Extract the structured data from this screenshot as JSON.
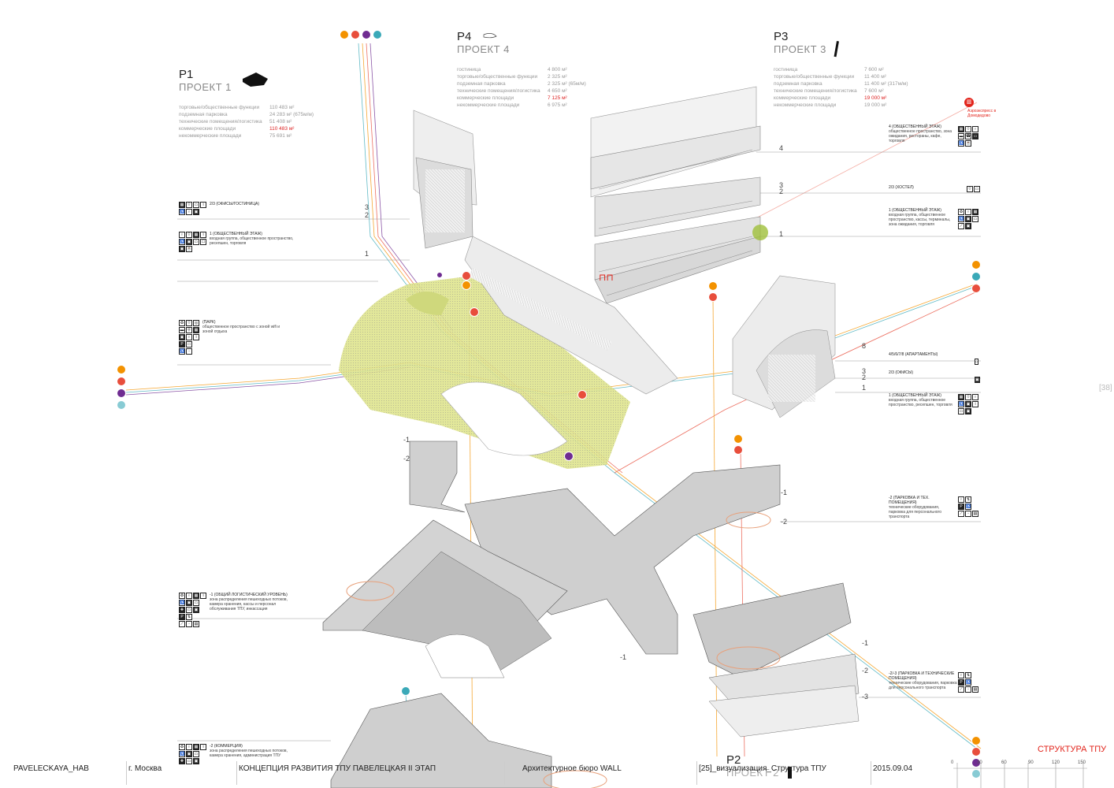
{
  "projects": {
    "p1": {
      "code": "P1",
      "name": "ПРОЕКТ 1",
      "stats": [
        {
          "label": "торговые/общественные функции",
          "value": "110 483 м²",
          "highlight": false
        },
        {
          "label": "подземная парковка",
          "value": "24 283 м² (675м/м)",
          "highlight": false
        },
        {
          "label": "технические помещения/логистика",
          "value": "51 408 м²",
          "highlight": false
        },
        {
          "label": "коммерческие площади",
          "value": "110 483 м²",
          "highlight": true
        },
        {
          "label": "некоммерческие площади",
          "value": "75 691 м²",
          "highlight": false
        }
      ]
    },
    "p4": {
      "code": "P4",
      "name": "ПРОЕКТ 4",
      "stats": [
        {
          "label": "гостиница",
          "value": "4 800 м²",
          "highlight": false
        },
        {
          "label": "торговые/общественные функции",
          "value": "2 325 м²",
          "highlight": false
        },
        {
          "label": "подземная парковка",
          "value": "2 325 м² (65м/м)",
          "highlight": false
        },
        {
          "label": "технические помещения/логистика",
          "value": "4 650 м²",
          "highlight": false
        },
        {
          "label": "коммерческие площади",
          "value": "7 125 м²",
          "highlight": true
        },
        {
          "label": "некоммерческие площади",
          "value": "6 975 м²",
          "highlight": false
        }
      ]
    },
    "p3": {
      "code": "P3",
      "name": "ПРОЕКТ 3",
      "stats": [
        {
          "label": "гостиница",
          "value": "7 600 м²",
          "highlight": false
        },
        {
          "label": "торговые/общественные функции",
          "value": "11 400 м²",
          "highlight": false
        },
        {
          "label": "подземная парковка",
          "value": "11 400 м² (317м/м)",
          "highlight": false
        },
        {
          "label": "технические помещения/логистика",
          "value": "7 600 м²",
          "highlight": false
        },
        {
          "label": "коммерческие площади",
          "value": "19 000 м²",
          "highlight": true
        },
        {
          "label": "некоммерческие площади",
          "value": "19 000 м²",
          "highlight": false
        }
      ]
    },
    "p2": {
      "code": "P2",
      "name": "ПРОЕКТ 2"
    }
  },
  "left_levels": [
    {
      "title": "2/3 (ОФИСЫ/ГОСТИНИЦА)",
      "desc": ""
    },
    {
      "title": "1 (ОБЩЕСТВЕННЫЙ ЭТАЖ)",
      "desc": "входная группа, общественное пространство, ресепшен, торговля"
    },
    {
      "title": "(ПАРК)",
      "desc": "общественное пространство с зоной wifi и зоной отдыха"
    },
    {
      "title": "-1 (ОБЩИЙ ЛОГИСТИЧЕСКИЙ УРОВЕНЬ)",
      "desc": "зона распределения пешеходных потоков, камера хранения, кассы и персонал обслуживания ТПУ, инкассация"
    },
    {
      "title": "-2 (КОММЕРЦИЯ)",
      "desc": "зона распределения пешеходных потоков, камера хранения, администрация ТПУ"
    }
  ],
  "right_levels": [
    {
      "title": "4 (ОБЩЕСТВЕННЫЙ ЭТАЖ)",
      "desc": "общественное пространство, зона ожидания, рестораны, кафе, торговля"
    },
    {
      "title": "2/3 (ХОСТЕЛ)",
      "desc": ""
    },
    {
      "title": "1 (ОБЩЕСТВЕННЫЙ ЭТАЖ)",
      "desc": "входная группа, общественное пространство, кассы, терминалы, зона ожидания, торговля"
    },
    {
      "title": "4/5/6/7/8 (АПАРТАМЕНТЫ)",
      "desc": ""
    },
    {
      "title": "2/3 (ОФИСЫ)",
      "desc": ""
    },
    {
      "title": "1 (ОБЩЕСТВЕННЫЙ ЭТАЖ)",
      "desc": "входная группа, общественное пространство, ресепшен, торговля"
    },
    {
      "title": "-2 (ПАРКОВКА И ТЕХ. ПОМЕЩЕНИЯ)",
      "desc": "технические оборудования, парковка для персонального транспорта"
    },
    {
      "title": "-2/-3 (ПАРКОВКА И ТЕХНИЧЕСКИЕ ПОМЕЩЕНИЯ)",
      "desc": "технические оборудования, парковка для персонального транспорта"
    }
  ],
  "level_numbers": {
    "p1": [
      "3",
      "2",
      "1"
    ],
    "p3": [
      "4",
      "3",
      "2",
      "1"
    ],
    "p4": [
      "8",
      "3",
      "2",
      "1"
    ],
    "underground": [
      "-1",
      "-2",
      "-1",
      "-2",
      "-1",
      "-1",
      "-2",
      "-3"
    ]
  },
  "aeroexpress_note": "Аэроэкспресс в Домодедово",
  "page_number": "[38]",
  "section_title": "СТРУКТУРА ТПУ",
  "footer": {
    "project": "PAVELECKAYA_HAB",
    "city": "г. Москва",
    "concept": "КОНЦЕПЦИЯ РАЗВИТИЯ ТПУ ПАВЕЛЕЦКАЯ",
    "stage": "II ЭТАП",
    "bureau": "Архитектурное бюро WALL",
    "sheet": "[25]_визуализация_Структура ТПУ",
    "date": "2015.09.04"
  },
  "scale_ticks": [
    "0",
    "30",
    "60",
    "90",
    "120",
    "150"
  ],
  "colors": {
    "accent_red": "#e2231a",
    "bus_orange": "#f39200",
    "tram_red": "#e84e3c",
    "trolley_purple": "#6f2c91",
    "metro_teal": "#3aa9b8",
    "park_green": "#c8d45a"
  }
}
